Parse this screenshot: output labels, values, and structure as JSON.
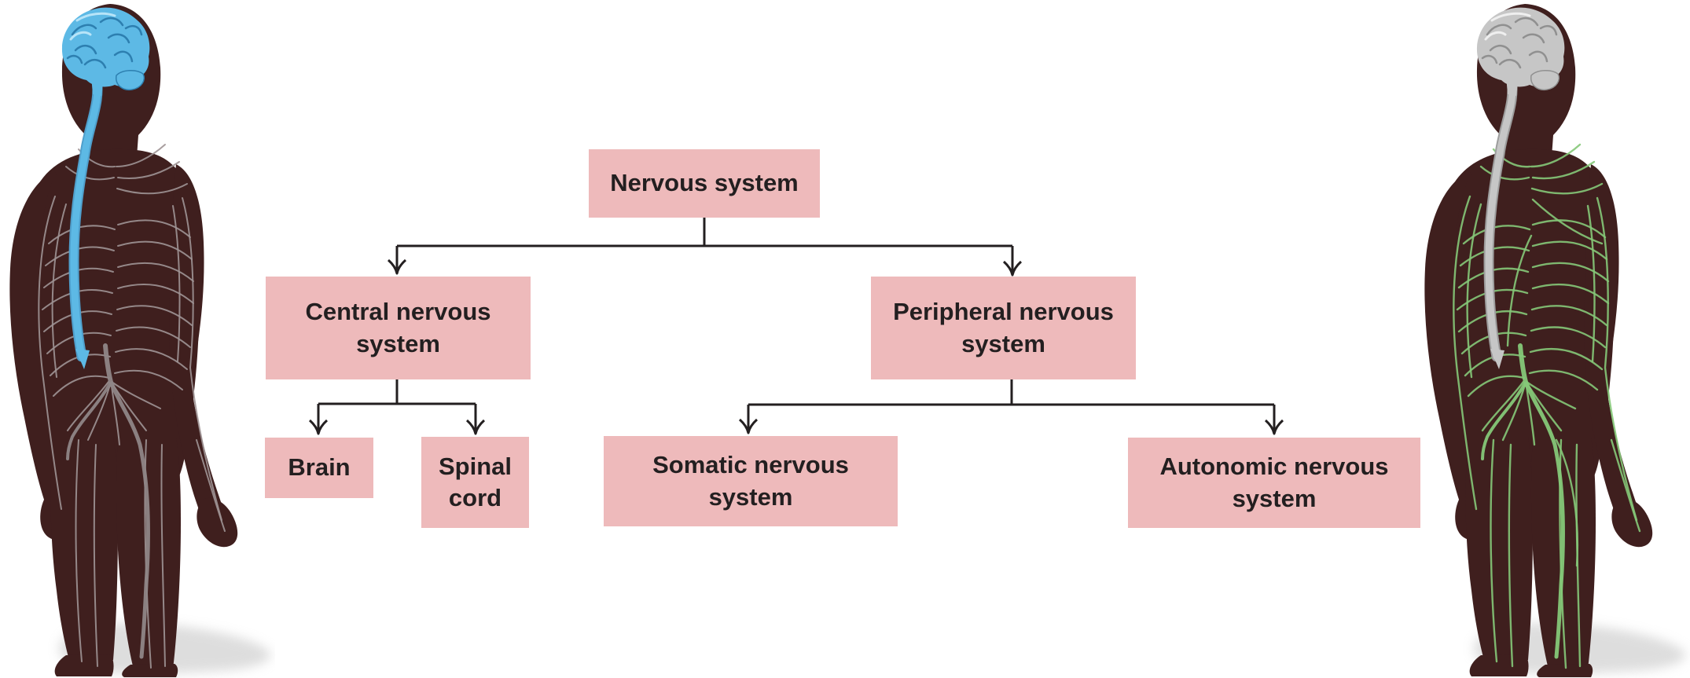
{
  "diagram": {
    "title": "Nervous system",
    "nodes": {
      "nervous": {
        "label": "Nervous system"
      },
      "central": {
        "label": "Central nervous system"
      },
      "peripheral": {
        "label": "Peripheral nervous system"
      },
      "brain": {
        "label": "Brain"
      },
      "spinal": {
        "label": "Spinal cord"
      },
      "somatic": {
        "label": "Somatic nervous system"
      },
      "autonomic": {
        "label": "Autonomic nervous system"
      }
    },
    "edges": [
      [
        "nervous",
        "central"
      ],
      [
        "nervous",
        "peripheral"
      ],
      [
        "central",
        "brain"
      ],
      [
        "central",
        "spinal"
      ],
      [
        "peripheral",
        "somatic"
      ],
      [
        "peripheral",
        "autonomic"
      ]
    ]
  },
  "figures": {
    "left": {
      "name": "central-nervous-system-figure",
      "description": "Rear-view human silhouette with brain and spinal cord highlighted in blue"
    },
    "right": {
      "name": "peripheral-nervous-system-figure",
      "description": "Rear-view human silhouette with peripheral nerve network highlighted in green, gray brain and spinal cord"
    }
  },
  "colors": {
    "background": "#ffffff",
    "box_fill": "#eebabb",
    "text_color": "#231f20",
    "line_color": "#231f20",
    "body_silhouette": "#3f1f1e",
    "cns_highlight": "#5db9e5",
    "pns_nerve": "#85c878",
    "brain_gray": "#c6c6c6",
    "nerve_gray": "#9e9495",
    "shadow": "#c2c2c2"
  }
}
